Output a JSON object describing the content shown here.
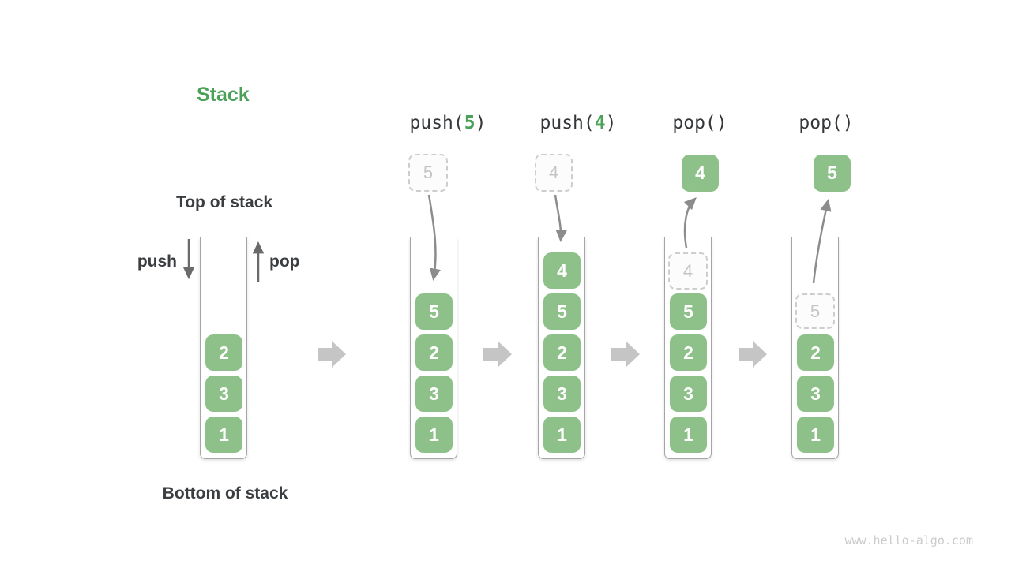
{
  "title": "Stack",
  "annotations": {
    "top_label": "Top of stack",
    "bottom_label": "Bottom of stack",
    "push_label": "push",
    "pop_label": "pop"
  },
  "watermark": "www.hello-algo.com",
  "colors": {
    "item_green": "#8dc189",
    "accent_green": "#4ba158",
    "text_dark": "#3b3e41",
    "vessel_gray": "#a5a5a5",
    "step_arrow_gray": "#c5c5c5",
    "motion_arrow_gray": "#8c8c8c",
    "ghost_gray": "#c5c5c5"
  },
  "columns": [
    {
      "name": "initial-stack",
      "stack": [
        "2",
        "3",
        "1"
      ]
    },
    {
      "name": "after-push-5",
      "op": {
        "pre": "push(",
        "arg": "5",
        "post": ")"
      },
      "floating": "5",
      "stack": [
        "5",
        "2",
        "3",
        "1"
      ]
    },
    {
      "name": "after-push-4",
      "op": {
        "pre": "push(",
        "arg": "4",
        "post": ")"
      },
      "floating": "4",
      "stack": [
        "4",
        "5",
        "2",
        "3",
        "1"
      ]
    },
    {
      "name": "after-pop-4",
      "op": {
        "pre": "pop()",
        "arg": "",
        "post": ""
      },
      "floating": "4",
      "ghost_slot": "4",
      "stack": [
        "5",
        "2",
        "3",
        "1"
      ]
    },
    {
      "name": "after-pop-5",
      "op": {
        "pre": "pop()",
        "arg": "",
        "post": ""
      },
      "floating": "5",
      "ghost_slot": "5",
      "stack": [
        "2",
        "3",
        "1"
      ]
    }
  ]
}
